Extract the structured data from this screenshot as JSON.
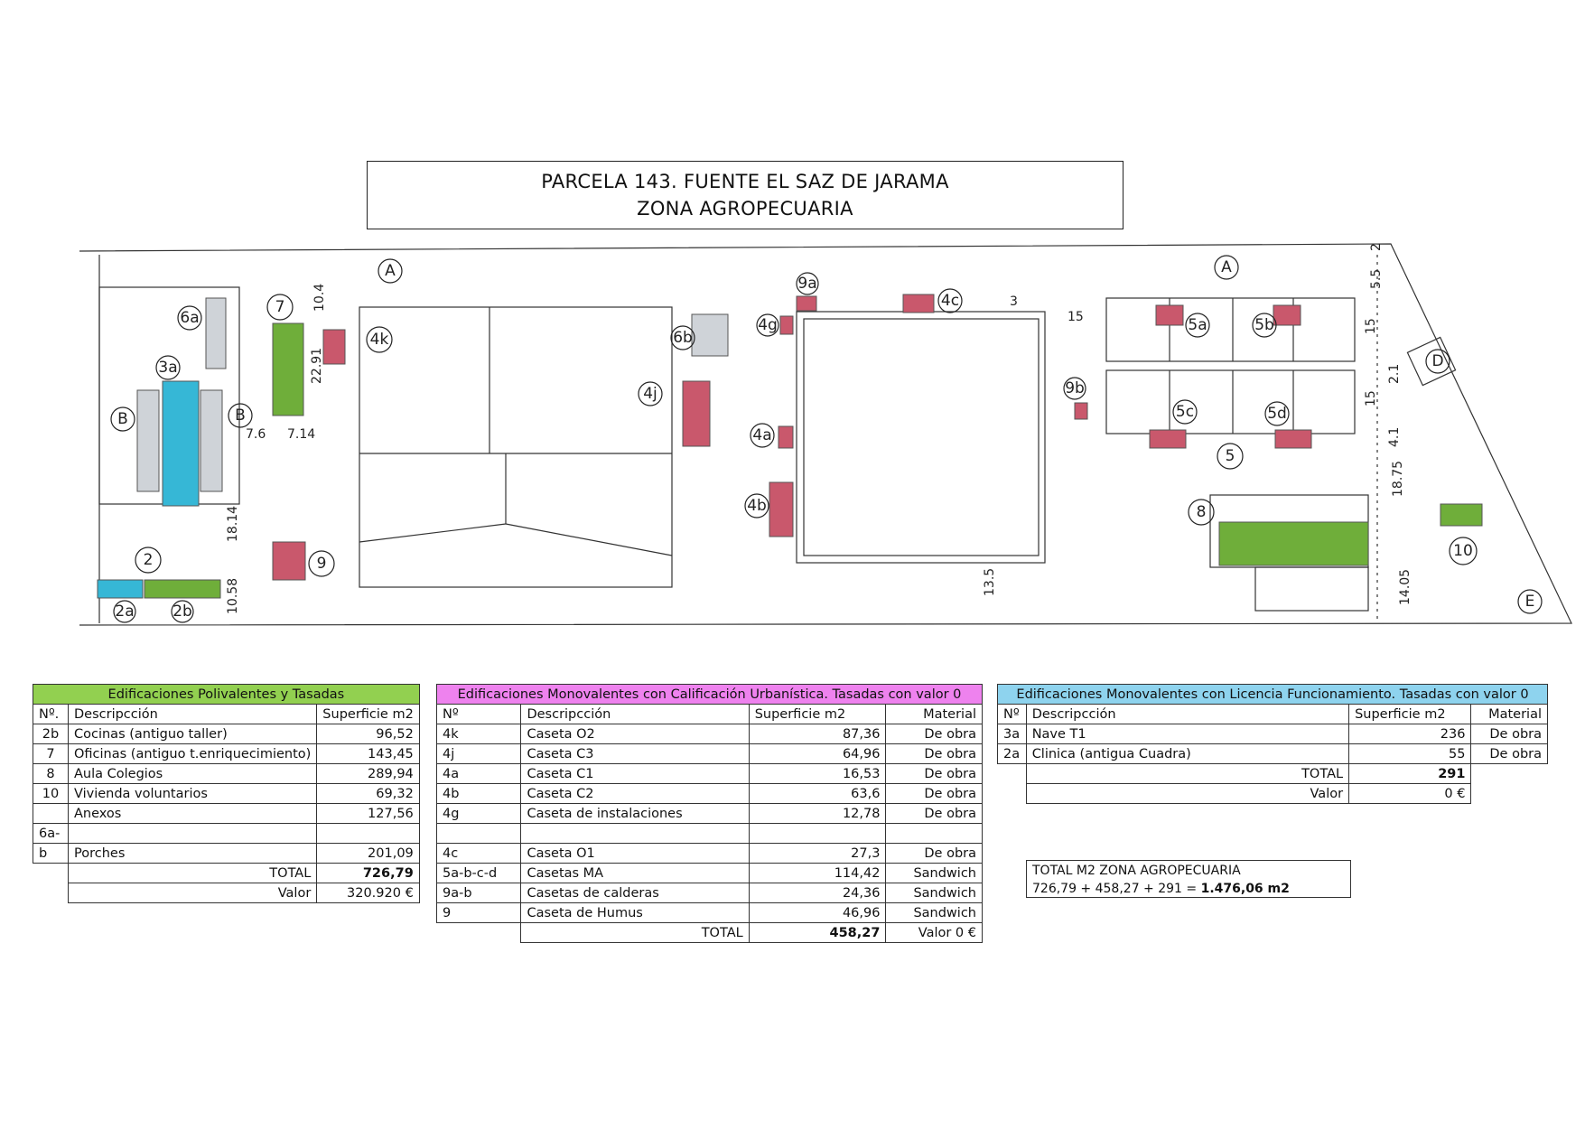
{
  "title": {
    "line1": "PARCELA 143. FUENTE EL SAZ DE JARAMA",
    "line2": "ZONA AGROPECUARIA"
  },
  "plan": {
    "labels": [
      "A",
      "A",
      "B",
      "B",
      "D",
      "E",
      "2",
      "2a",
      "2b",
      "3a",
      "4a",
      "4b",
      "4c",
      "4g",
      "4j",
      "4k",
      "5",
      "5a",
      "5b",
      "5c",
      "5d",
      "6a",
      "6b",
      "7",
      "8",
      "9",
      "9a",
      "9b",
      "10"
    ],
    "dims": [
      "10.4",
      "22.91",
      "7.6",
      "7.14",
      "18.14",
      "10.58",
      "3",
      "15",
      "15",
      "5.5",
      "2",
      "2.1",
      "15",
      "4.1",
      "18.75",
      "14.05",
      "13.5"
    ]
  },
  "colors": {
    "green": "#92d050",
    "pink": "#ee82ee",
    "blue": "#8ed3ee",
    "red": "#c9586c",
    "lime": "#6fae3a",
    "cyan": "#36b7d6",
    "grey": "#cfd3d8"
  },
  "table1": {
    "header": "Edificaciones Polivalentes y Tasadas",
    "columns": [
      "Nº.",
      "Descripcción",
      "Superficie m2"
    ],
    "rows": [
      {
        "n": "2b",
        "d": "Cocinas (antiguo  taller)",
        "s": "96,52"
      },
      {
        "n": "7",
        "d": "Oficinas (antiguo t.enriquecimiento)",
        "s": "143,45"
      },
      {
        "n": "8",
        "d": "Aula Colegios",
        "s": "289,94"
      },
      {
        "n": "10",
        "d": "Vivienda voluntarios",
        "s": "69,32"
      },
      {
        "n": "",
        "d": "Anexos",
        "s": "127,56"
      },
      {
        "n": "6a-",
        "d": "",
        "s": ""
      },
      {
        "n": "b",
        "d": "Porches",
        "s": "201,09"
      }
    ],
    "total_label": "TOTAL",
    "total_value": "726,79",
    "valor_label": "Valor",
    "valor_value": "320.920 €"
  },
  "table2": {
    "header": "Edificaciones Monovalentes con Calificación Urbanística. Tasadas con valor 0",
    "columns": [
      "Nº",
      "Descripcción",
      "Superficie m2",
      "Material"
    ],
    "rows": [
      {
        "n": "4k",
        "d": "Caseta O2",
        "s": "87,36",
        "m": "De obra"
      },
      {
        "n": "4j",
        "d": "Caseta C3",
        "s": "64,96",
        "m": "De obra"
      },
      {
        "n": "4a",
        "d": "Caseta C1",
        "s": "16,53",
        "m": "De obra"
      },
      {
        "n": "4b",
        "d": "Caseta C2",
        "s": "63,6",
        "m": "De obra"
      },
      {
        "n": "4g",
        "d": "Caseta de instalaciones",
        "s": "12,78",
        "m": "De obra"
      },
      {
        "n": "",
        "d": "",
        "s": "",
        "m": ""
      },
      {
        "n": "4c",
        "d": "Caseta O1",
        "s": "27,3",
        "m": "De obra"
      },
      {
        "n": "5a-b-c-d",
        "d": "Casetas MA",
        "s": "114,42",
        "m": "Sandwich"
      },
      {
        "n": "9a-b",
        "d": "Casetas de calderas",
        "s": "24,36",
        "m": "Sandwich"
      },
      {
        "n": "9",
        "d": "Caseta de Humus",
        "s": "46,96",
        "m": "Sandwich"
      }
    ],
    "total_label": "TOTAL",
    "total_value": "458,27",
    "valor_value": "Valor 0 €"
  },
  "table3": {
    "header": "Edificaciones Monovalentes con Licencia Funcionamiento. Tasadas con valor 0",
    "columns": [
      "Nº",
      "Descripcción",
      "Superficie m2",
      "Material"
    ],
    "rows": [
      {
        "n": "3a",
        "d": "Nave T1",
        "s": "236",
        "m": "De obra"
      },
      {
        "n": "2a",
        "d": "Clinica (antigua Cuadra)",
        "s": "55",
        "m": "De obra"
      }
    ],
    "total_label": "TOTAL",
    "total_value": "291",
    "valor_label": "Valor",
    "valor_value": "0 €"
  },
  "summary": {
    "line1": "TOTAL M2 ZONA AGROPECUARIA",
    "line2_prefix": "726,79 + 458,27 + 291 = ",
    "line2_total": "1.476,06 m2"
  }
}
